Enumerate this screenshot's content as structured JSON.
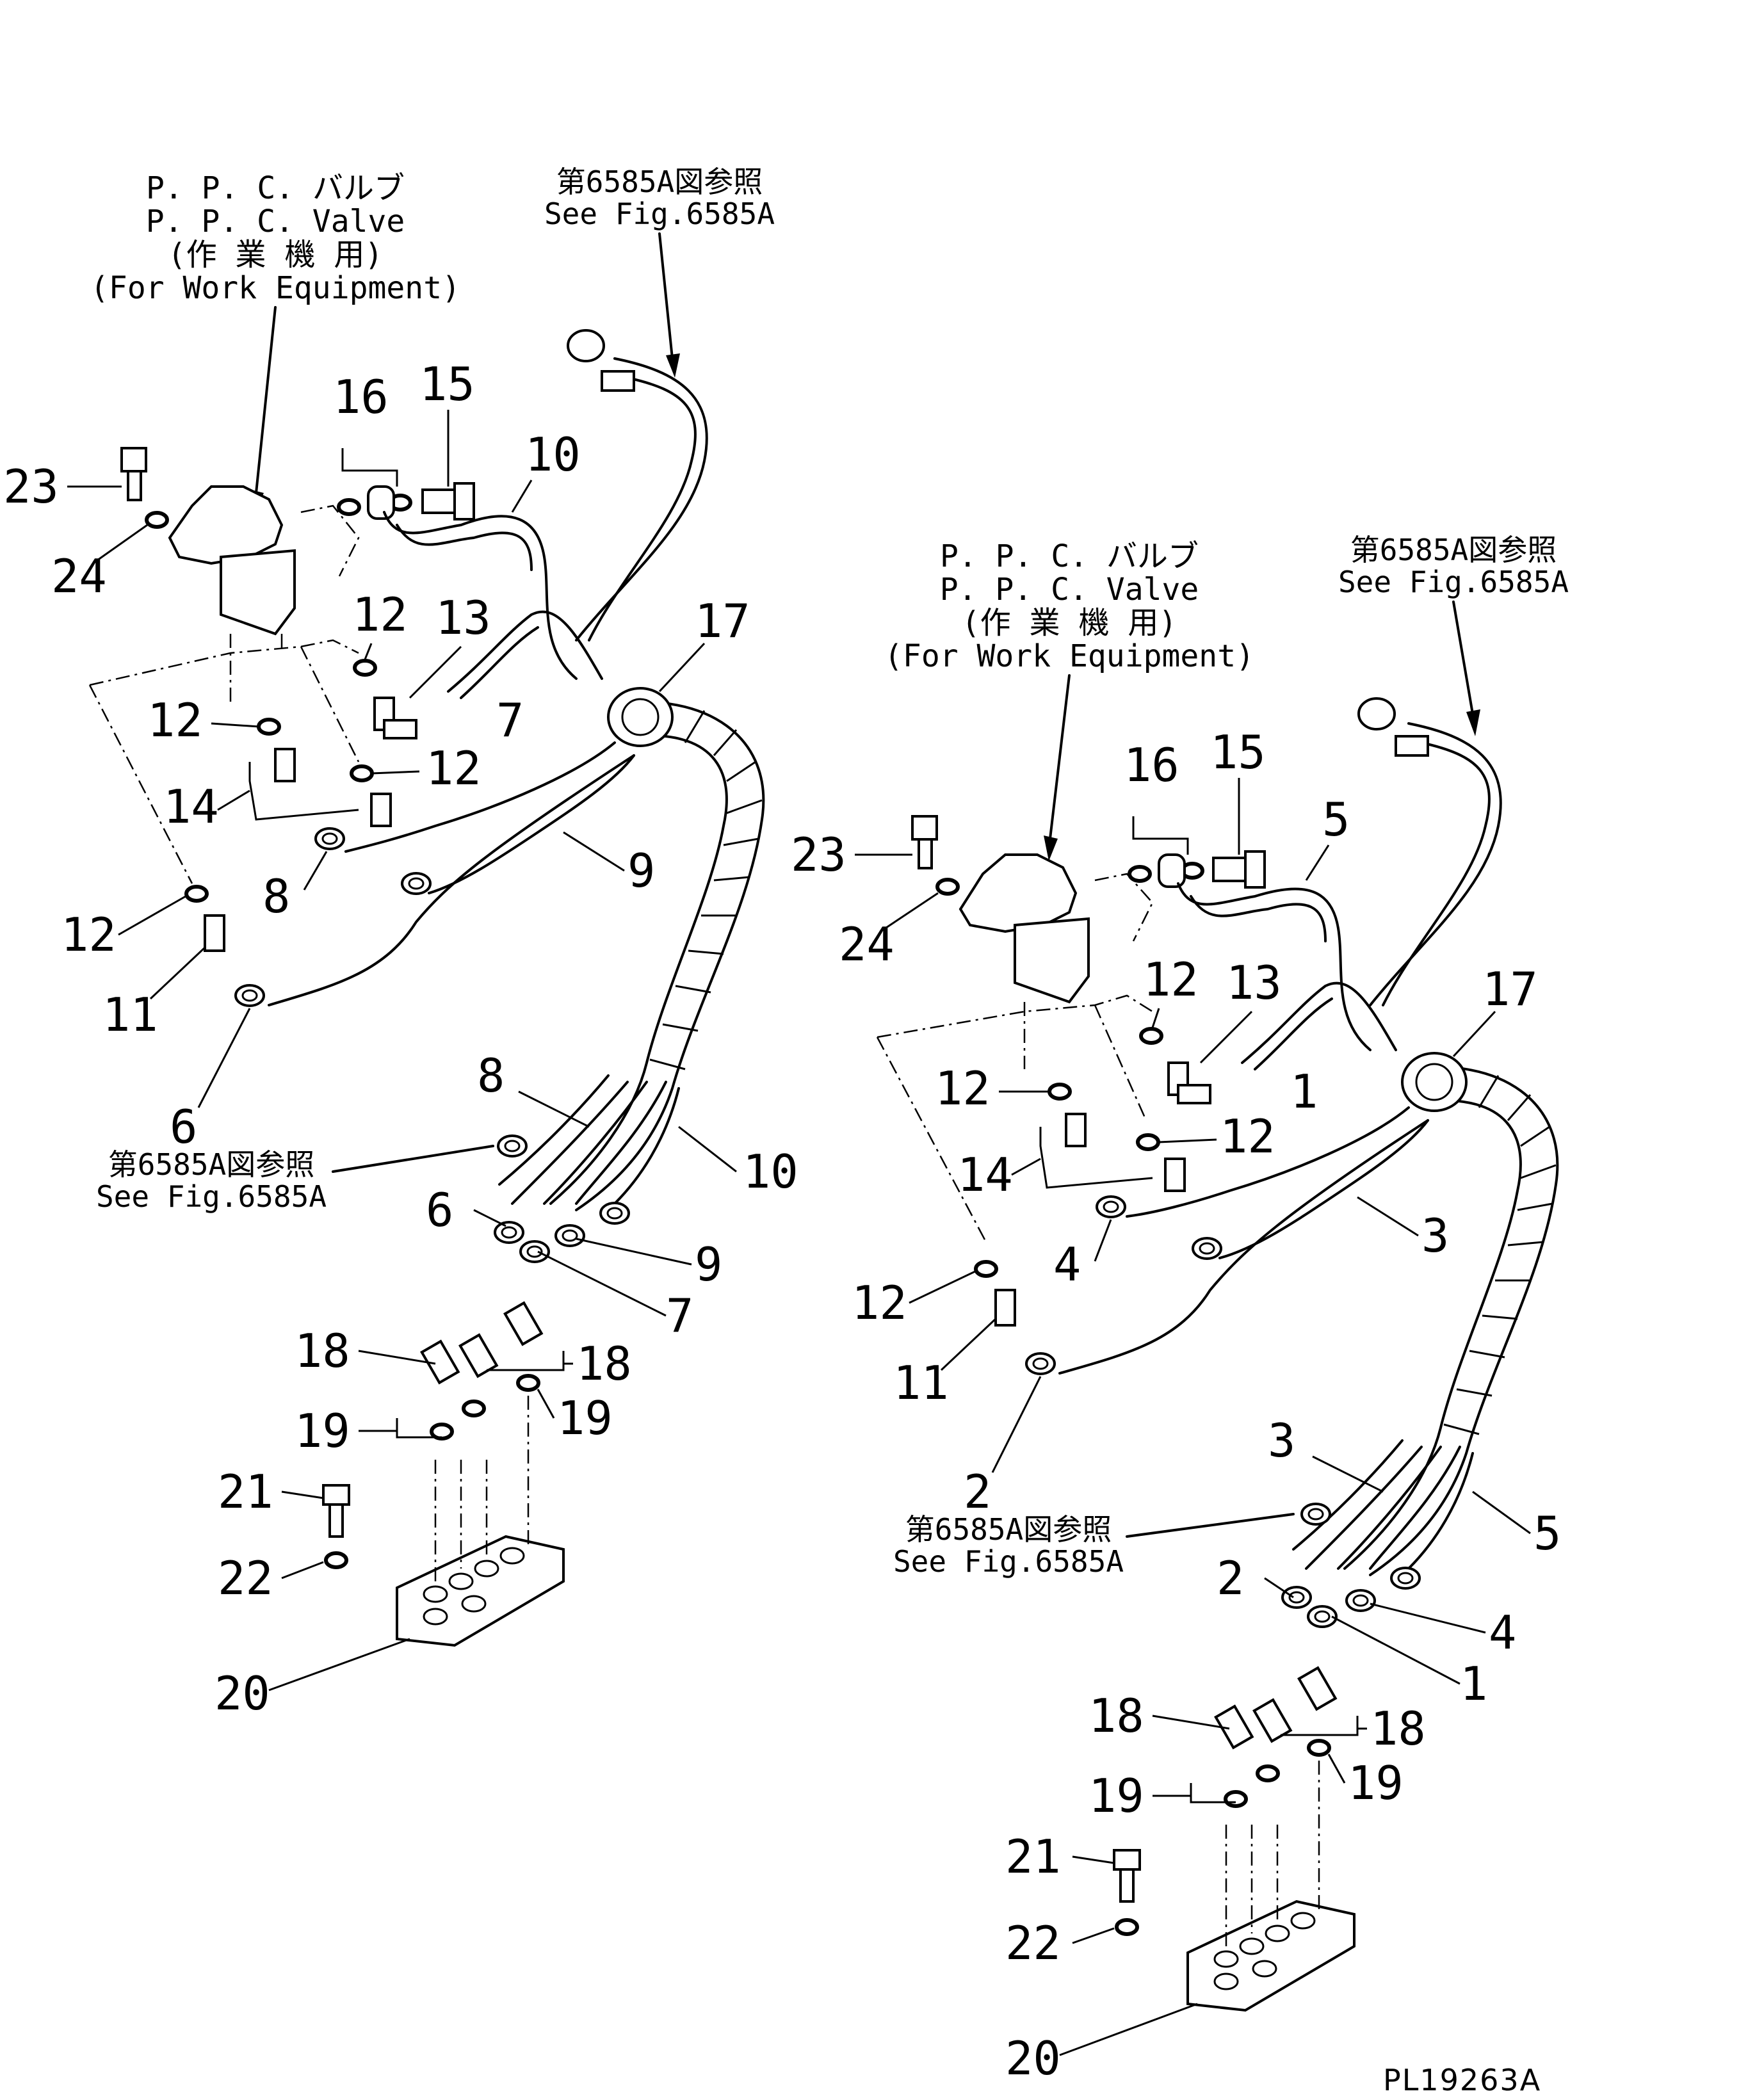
{
  "left_assembly": {
    "ppc_caption": {
      "ja": "P. P. C. バルブ",
      "en": "P. P. C. Valve",
      "ja_sub": "(作 業 機 用)",
      "en_sub": "(For Work Equipment)"
    },
    "ref_top": {
      "ja": "第6585A図参照",
      "en": "See Fig.6585A"
    },
    "ref_mid": {
      "ja": "第6585A図参照",
      "en": "See Fig.6585A"
    }
  },
  "right_assembly": {
    "ppc_caption": {
      "ja": "P. P. C. バルブ",
      "en": "P. P. C. Valve",
      "ja_sub": "(作 業 機 用)",
      "en_sub": "(For Work Equipment)"
    },
    "ref_top": {
      "ja": "第6585A図参照",
      "en": "See Fig.6585A"
    },
    "ref_mid": {
      "ja": "第6585A図参照",
      "en": "See Fig.6585A"
    }
  },
  "callouts_left": [
    "23",
    "24",
    "16",
    "15",
    "10",
    "12",
    "13",
    "7",
    "17",
    "12",
    "12",
    "14",
    "8",
    "9",
    "12",
    "11",
    "6",
    "8",
    "10",
    "6",
    "9",
    "7",
    "18",
    "18",
    "19",
    "19",
    "21",
    "22",
    "20"
  ],
  "callouts_right": [
    "23",
    "24",
    "16",
    "15",
    "5",
    "12",
    "13",
    "1",
    "17",
    "12",
    "12",
    "14",
    "3",
    "4",
    "12",
    "11",
    "2",
    "3",
    "5",
    "2",
    "4",
    "1",
    "18",
    "18",
    "19",
    "19",
    "21",
    "22",
    "20"
  ],
  "drawing_code": "PL19263A"
}
